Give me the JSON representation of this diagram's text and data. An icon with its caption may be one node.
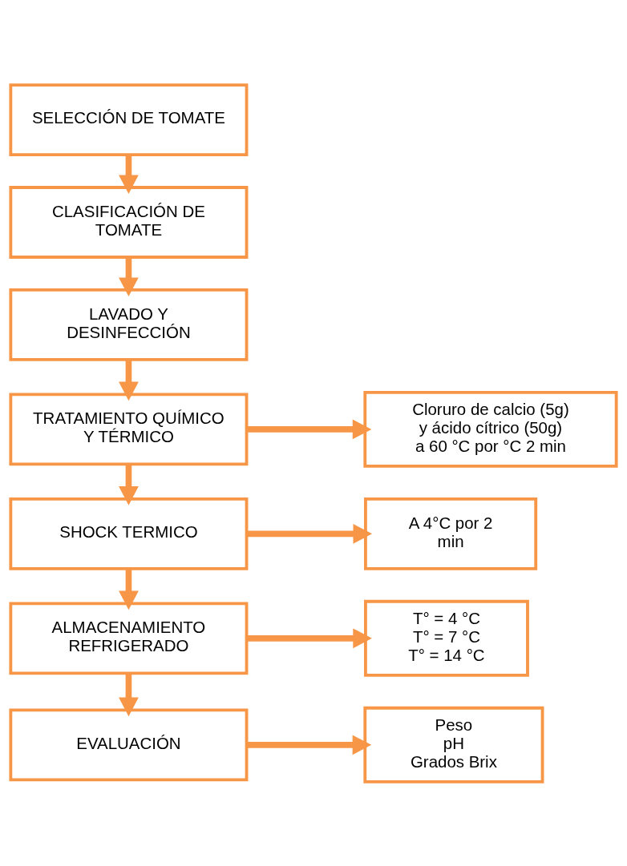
{
  "diagram": {
    "nodes": [
      {
        "text": [
          "SELECCIÓN DE TOMATE"
        ]
      },
      {
        "text": [
          "CLASIFICACIÓN DE TOMATE"
        ]
      },
      {
        "text": [
          "LAVADO Y DESINFECCIÓN"
        ]
      },
      {
        "text": [
          "TRATAMIENTO QUÍMICO Y TÉRMICO"
        ]
      },
      {
        "text": [
          "SHOCK TERMICO"
        ]
      },
      {
        "text": [
          "ALMACENAMIENTO REFRIGERADO"
        ]
      },
      {
        "text": [
          "EVALUACIÓN"
        ]
      },
      {
        "text": [
          "Cloruro de calcio (5g) y ácido cítrico (50g) a 60 °C por °C 2 min"
        ]
      },
      {
        "text": [
          "A 4°C por 2 min"
        ]
      },
      {
        "text": [
          "T° = 4 °C",
          "T° = 7 °C",
          "T° = 14 °C"
        ]
      },
      {
        "text": [
          "Peso",
          "pH",
          "Grados Brix"
        ]
      }
    ],
    "edges": [
      {
        "from": 0,
        "to": 1,
        "arrow": "to"
      },
      {
        "from": 1,
        "to": 2,
        "arrow": "to"
      },
      {
        "from": 2,
        "to": 3,
        "arrow": "to"
      },
      {
        "from": 3,
        "to": 7,
        "arrow": "to"
      },
      {
        "from": 3,
        "to": 4,
        "arrow": "to"
      },
      {
        "from": 4,
        "to": 8,
        "arrow": "to"
      },
      {
        "from": 4,
        "to": 5,
        "arrow": "to"
      },
      {
        "from": 5,
        "to": 9,
        "arrow": "to"
      },
      {
        "from": 5,
        "to": 6,
        "arrow": "to"
      },
      {
        "from": 6,
        "to": 10,
        "arrow": "to"
      }
    ]
  }
}
